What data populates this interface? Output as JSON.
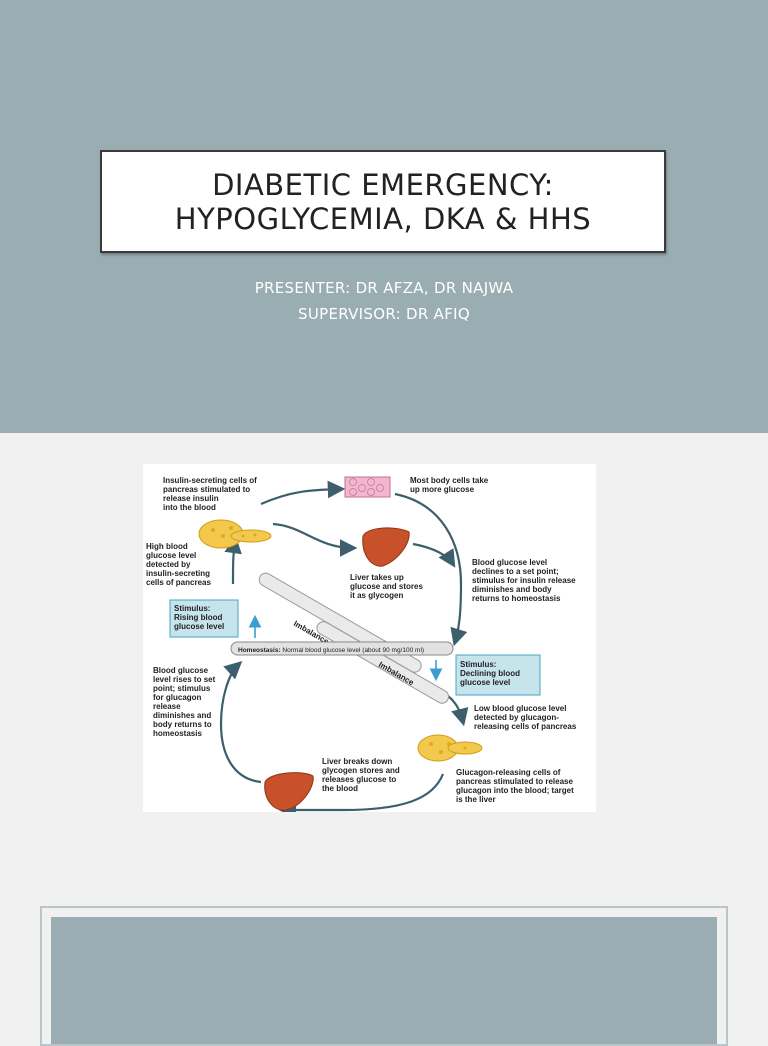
{
  "title_slide": {
    "title_line1": "DIABETIC EMERGENCY:",
    "title_line2": "HYPOGLYCEMIA, DKA & HHS",
    "presenter": "PRESENTER: DR AFZA, DR NAJWA",
    "supervisor": "SUPERVISOR: DR AFIQ"
  },
  "diagram": {
    "insulin_cells": [
      "Insulin-secreting cells of",
      "pancreas stimulated to",
      "release insulin",
      "into the blood"
    ],
    "body_cells": [
      "Most body cells take",
      "up more glucose"
    ],
    "high_glucose": [
      "High blood",
      "glucose level",
      "detected by",
      "insulin-secreting",
      "cells of pancreas"
    ],
    "liver_stores": [
      "Liver takes up",
      "glucose and stores",
      "it as glycogen"
    ],
    "declines": [
      "Blood glucose level",
      "declines to a set point;",
      "stimulus for insulin release",
      "diminishes and body",
      "returns to homeostasis"
    ],
    "stimulus_rising": [
      "Stimulus:",
      "Rising blood",
      "glucose level"
    ],
    "imbalance": "Imbalance",
    "homeostasis_bold": "Homeostasis:",
    "homeostasis_text": " Normal blood glucose level (about 90 mg/100 ml)",
    "stimulus_declining": [
      "Stimulus:",
      "Declining blood",
      "glucose level"
    ],
    "rises": [
      "Blood glucose",
      "level rises to set",
      "point; stimulus",
      "for glucagon",
      "release",
      "diminishes and",
      "body returns to",
      "homeostasis"
    ],
    "low_glucose": [
      "Low blood glucose level",
      "detected by glucagon-",
      "releasing cells of pancreas"
    ],
    "liver_breaks": [
      "Liver breaks down",
      "glycogen stores and",
      "releases glucose to",
      "the blood"
    ],
    "glucagon_cells": [
      "Glucagon-releasing cells of",
      "pancreas stimulated to release",
      "glucagon into the blood; target",
      "is the liver"
    ]
  },
  "colors": {
    "slide_bg": "#9aadb3",
    "arrow": "#3d5f6d",
    "pancreas": "#f2c94c",
    "liver": "#c8502a",
    "stimulus_box": "#c6e4ec"
  }
}
